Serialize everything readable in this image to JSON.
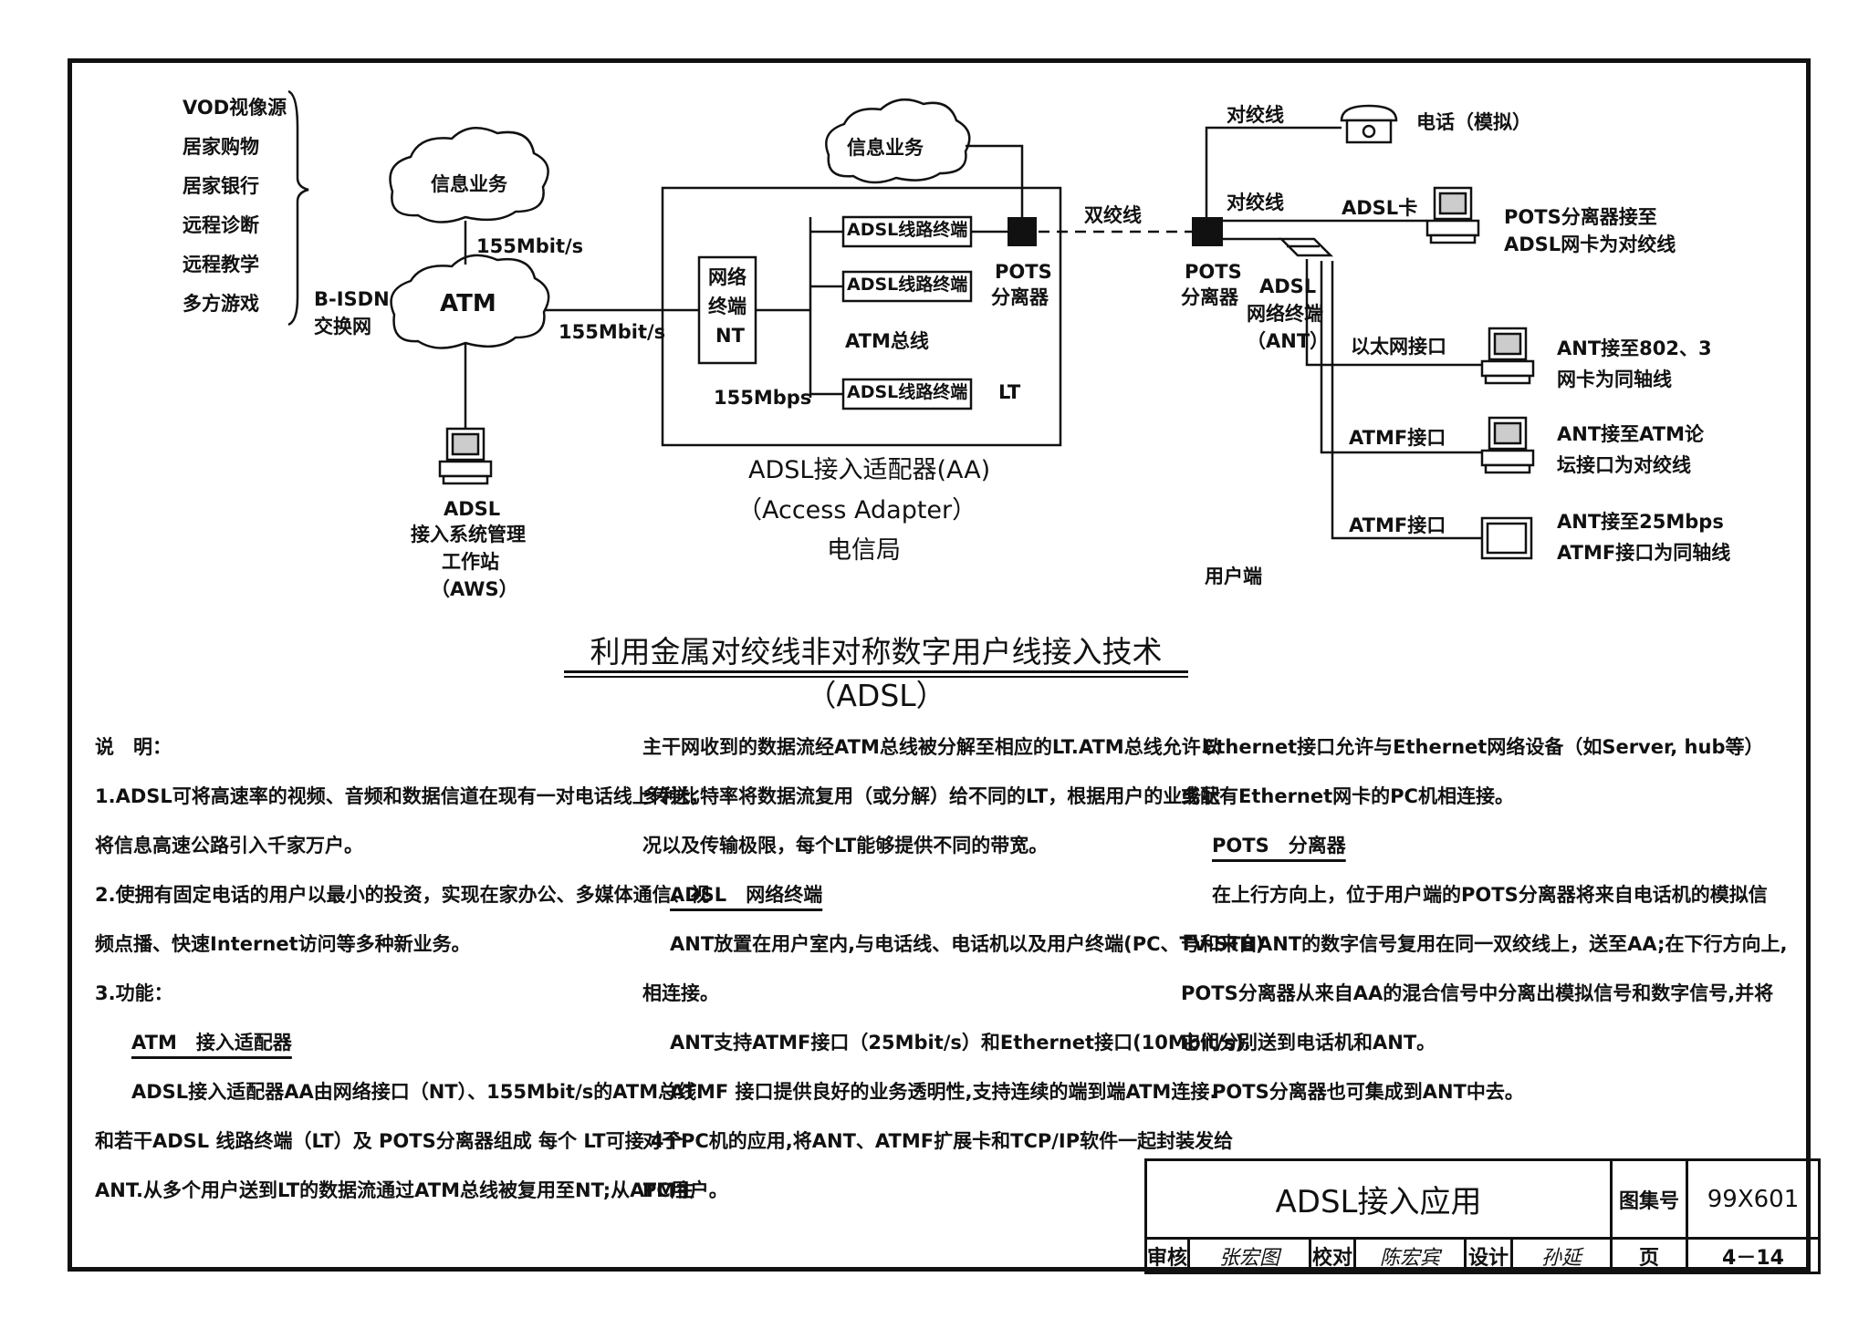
{
  "services_list": [
    "VOD视像源",
    "居家购物",
    "居家银行",
    "远程诊断",
    "远程教学",
    "多方游戏"
  ],
  "nodes": {
    "cloud_left": "信息业务",
    "cloud_top": "信息业务",
    "atm": "ATM",
    "bisdn_1": "B-ISDN",
    "bisdn_2": "交换网",
    "rate_up": "155Mbit/s",
    "rate_link": "155Mbit/s",
    "aws_1": "ADSL",
    "aws_2": "接入系统管理",
    "aws_3": "工作站",
    "aws_4": "（AWS）",
    "nt_1": "网络",
    "nt_2": "终端",
    "nt_3": "NT",
    "adsl_term_1": "ADSL线路终端",
    "adsl_term_2": "ADSL线路终端",
    "adsl_term_3": "ADSL线路终端",
    "atm_bus": "ATM总线",
    "rate_155mbps": "155Mbps",
    "lt": "LT",
    "pots_aa_1": "POTS",
    "pots_aa_2": "分离器",
    "aa_label_1": "ADSL接入适配器(AA)",
    "aa_label_2": "（Access Adapter）",
    "aa_label_3": "电信局",
    "twisted_pair_main": "双绞线",
    "pots_user_1": "POTS",
    "pots_user_2": "分离器",
    "twisted_pair_1": "对绞线",
    "twisted_pair_2": "对绞线",
    "phone": "电话（模拟）",
    "adsl_card": "ADSL卡",
    "ant_1": "ADSL",
    "ant_2": "网络终端",
    "ant_3": "（ANT）",
    "eth_port": "以太网接口",
    "atmf_port_1": "ATMF接口",
    "atmf_port_2": "ATMF接口",
    "note_pc1_1": "POTS分离器接至",
    "note_pc1_2": "ADSL网卡为对绞线",
    "note_pc2_1": "ANT接至802、3",
    "note_pc2_2": "网卡为同轴线",
    "note_pc3_1": "ANT接至ATM论",
    "note_pc3_2": "坛接口为对绞线",
    "note_tv_1": "ANT接至25Mbps",
    "note_tv_2": "ATMF接口为同轴线",
    "user_end": "用户端"
  },
  "main_title": "利用金属对绞线非对称数字用户线接入技术（ADSL）",
  "col1": [
    "说　明：",
    "1.ADSL可将高速率的视频、音频和数据信道在现有一对电话线上传送，",
    "将信息高速公路引入千家万户。",
    "2.使拥有固定电话的用户以最小的投资，实现在家办公、多媒体通信、视",
    "频点播、快速Internet访问等多种新业务。",
    "3.功能：",
    "ATM　接入适配器",
    "ADSL接入适配器AA由网络接口（NT）、155Mbit/s的ATM总线",
    "和若干ADSL 线路终端（LT）及 POTS分离器组成 每个 LT可接 4个",
    "ANT.从多个用户送到LT的数据流通过ATM总线被复用至NT;从ATM主"
  ],
  "col2": [
    "主干网收到的数据流经ATM总线被分解至相应的LT.ATM总线允许以",
    "多种比特率将数据流复用（或分解）给不同的LT，根据用户的业务状",
    "况以及传输极限，每个LT能够提供不同的带宽。",
    "ADSL　网络终端",
    "ANT放置在用户室内,与电话线、电话机以及用户终端(PC、TV-STB)",
    "相连接。",
    "ANT支持ATMF接口（25Mbit/s）和Ethernet接口(10Mbit/s).",
    "ATMF 接口提供良好的业务透明性,支持连续的端到端ATM连接.",
    "对于PC机的应用,将ANT、ATMF扩展卡和TCP/IP软件一起封装发给",
    "PC用户。"
  ],
  "col3": [
    "Ethernet接口允许与Ethernet网络设备（如Server, hub等）",
    "或配有Ethernet网卡的PC机相连接。",
    "POTS　分离器",
    "在上行方向上，位于用户端的POTS分离器将来自电话机的模拟信",
    "号和来自ANT的数字信号复用在同一双绞线上，送至AA;在下行方向上,",
    "POTS分离器从来自AA的混合信号中分离出模拟信号和数字信号,并将",
    "它们分别送到电话机和ANT。",
    "POTS分离器也可集成到ANT中去。"
  ],
  "title_block": {
    "drawing_title": "ADSL接入应用",
    "atlas_label": "图集号",
    "atlas_no": "99X601",
    "review": "审核",
    "check": "校对",
    "design": "设计",
    "page_label": "页",
    "page_no": "4－14",
    "sig_review": "张宏图",
    "sig_check": "陈宏宾",
    "sig_design": "孙延"
  }
}
